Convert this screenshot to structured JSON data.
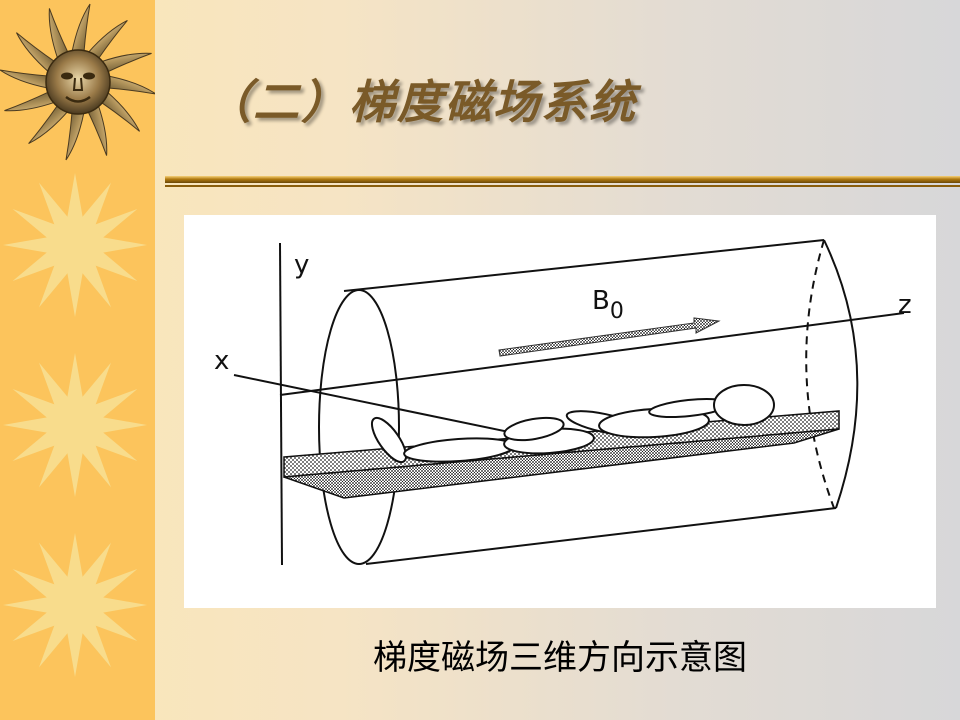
{
  "slide": {
    "title": "（二）梯度磁场系统",
    "caption": "梯度磁场三维方向示意图"
  },
  "diagram": {
    "labels": {
      "y": "y",
      "x": "x",
      "z": "z",
      "b_main": "B",
      "b_sub": "0"
    }
  },
  "colors": {
    "strip": "#fcc45c",
    "sun_pale": "#f8dc8c",
    "title_text": "#7a5a28",
    "divider": "#b07a10"
  },
  "icons": [
    "sun-face-icon",
    "sun-icon"
  ]
}
